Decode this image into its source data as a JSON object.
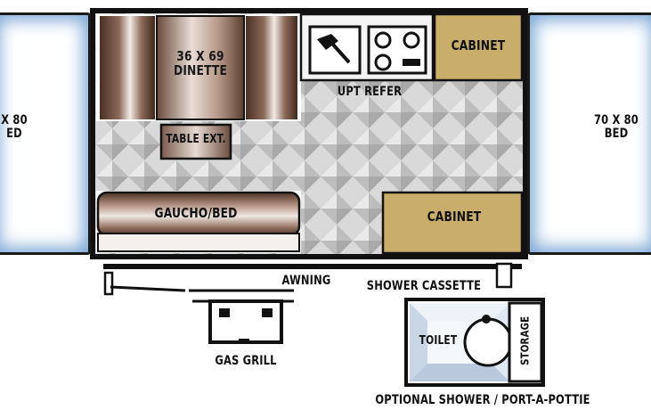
{
  "labels": {
    "dinette": "36 X 69\nDINETTE",
    "table_ext": "TABLE EXT.",
    "refer": "UPT REFER",
    "cabinet_top": "CABINET",
    "cabinet_bottom": "CABINET",
    "gaucho": "GAUCHO/BED",
    "bed_left": "X 80\nED",
    "bed_right": "70 X 80\nBED",
    "awning": "AWNING",
    "shower_cassette": "SHOWER CASSETTE",
    "gas_grill": "GAS GRILL",
    "toilet": "TOILET",
    "storage": "STORAGE",
    "optional": "OPTIONAL SHOWER / PORT-A-POTTIE"
  },
  "colors": {
    "outline": "#111111",
    "bed_glow": "#7fa9d6",
    "cabinet": "#c9ad6a",
    "floor": "#cfcfcf",
    "seat_dark": "#5a3c2c",
    "seat_light": "#efe6df"
  }
}
